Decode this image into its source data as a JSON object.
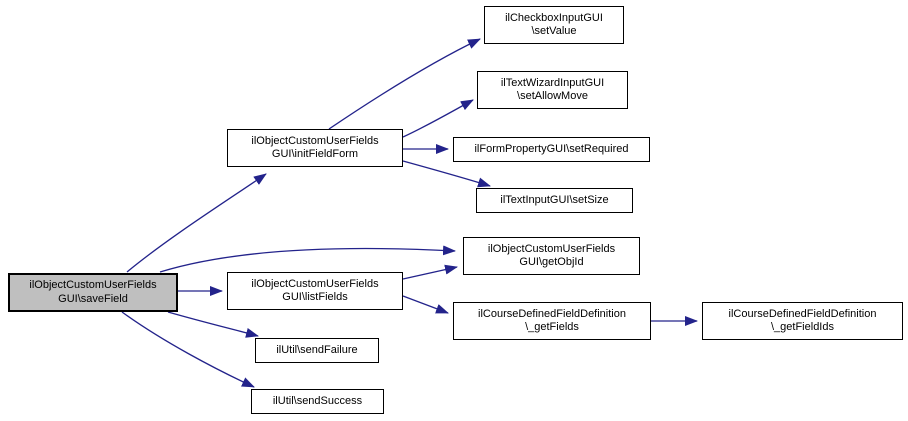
{
  "diagram": {
    "type": "call_graph",
    "direction": "left-to-right",
    "colors": {
      "edge": "#23238b",
      "node_border": "#000000",
      "node_fill": "#ffffff",
      "highlight_fill": "#bfbfbf",
      "background": "#ffffff",
      "text": "#000000"
    },
    "nodes": [
      {
        "id": "saveField",
        "label": "ilObjectCustomUserFields\nGUI\\saveField",
        "highlighted": true
      },
      {
        "id": "initFieldForm",
        "label": "ilObjectCustomUserFields\nGUI\\initFieldForm",
        "highlighted": false
      },
      {
        "id": "setValue",
        "label": "ilCheckboxInputGUI\n\\setValue",
        "highlighted": false
      },
      {
        "id": "setAllowMove",
        "label": "ilTextWizardInputGUI\n\\setAllowMove",
        "highlighted": false
      },
      {
        "id": "setRequired",
        "label": "ilFormPropertyGUI\\setRequired",
        "highlighted": false
      },
      {
        "id": "setSize",
        "label": "ilTextInputGUI\\setSize",
        "highlighted": false
      },
      {
        "id": "getObjId",
        "label": "ilObjectCustomUserFields\nGUI\\getObjId",
        "highlighted": false
      },
      {
        "id": "listFields",
        "label": "ilObjectCustomUserFields\nGUI\\listFields",
        "highlighted": false
      },
      {
        "id": "getFields",
        "label": "ilCourseDefinedFieldDefinition\n\\_getFields",
        "highlighted": false
      },
      {
        "id": "getFieldIds",
        "label": "ilCourseDefinedFieldDefinition\n\\_getFieldIds",
        "highlighted": false
      },
      {
        "id": "sendFailure",
        "label": "ilUtil\\sendFailure",
        "highlighted": false
      },
      {
        "id": "sendSuccess",
        "label": "ilUtil\\sendSuccess",
        "highlighted": false
      }
    ],
    "edges": [
      {
        "from": "saveField",
        "to": "initFieldForm"
      },
      {
        "from": "saveField",
        "to": "getObjId"
      },
      {
        "from": "saveField",
        "to": "listFields"
      },
      {
        "from": "saveField",
        "to": "sendFailure"
      },
      {
        "from": "saveField",
        "to": "sendSuccess"
      },
      {
        "from": "initFieldForm",
        "to": "setValue"
      },
      {
        "from": "initFieldForm",
        "to": "setAllowMove"
      },
      {
        "from": "initFieldForm",
        "to": "setRequired"
      },
      {
        "from": "initFieldForm",
        "to": "setSize"
      },
      {
        "from": "listFields",
        "to": "getObjId"
      },
      {
        "from": "listFields",
        "to": "getFields"
      },
      {
        "from": "getFields",
        "to": "getFieldIds"
      }
    ]
  }
}
